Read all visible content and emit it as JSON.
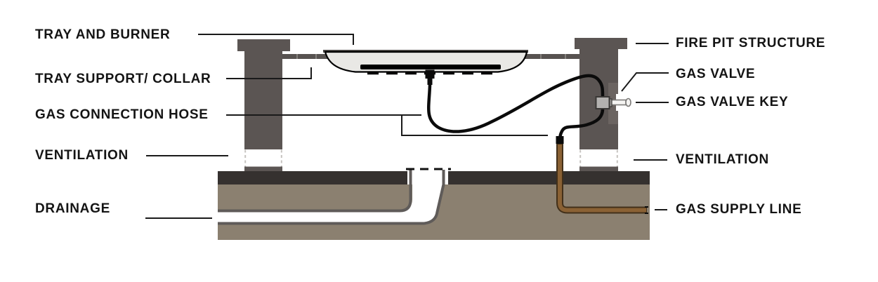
{
  "colors": {
    "background": "#ffffff",
    "label_text": "#141414",
    "leader_line": "#1a1a1a",
    "pillar": "#5b5553",
    "pillar_recess": "#6b6461",
    "collar": "#575250",
    "tray_fill": "#e9e8e5",
    "tray_outline": "#000000",
    "burner": "#000000",
    "hose": "#0b0b0b",
    "valve_body": "#b3b1af",
    "valve_outline": "#3a3836",
    "key_fill": "#f5f4f2",
    "patio_surface": "#35312f",
    "soil": "#8b8070",
    "soil_outline": "#5f5b59",
    "gas_pipe": "#8a6134",
    "gas_pipe_outline": "#42301a",
    "vent_dash": "#c6c3c0"
  },
  "labels": {
    "left": [
      {
        "id": "tray-and-burner",
        "text": "TRAY AND BURNER"
      },
      {
        "id": "tray-support-collar",
        "text": "TRAY SUPPORT/ COLLAR"
      },
      {
        "id": "gas-connection-hose",
        "text": "GAS CONNECTION HOSE"
      },
      {
        "id": "ventilation-left",
        "text": "VENTILATION"
      },
      {
        "id": "drainage",
        "text": "DRAINAGE"
      }
    ],
    "right": [
      {
        "id": "fire-pit-structure",
        "text": "FIRE PIT STRUCTURE"
      },
      {
        "id": "gas-valve",
        "text": "GAS VALVE"
      },
      {
        "id": "gas-valve-key",
        "text": "GAS VALVE KEY"
      },
      {
        "id": "ventilation-right",
        "text": "VENTILATION"
      },
      {
        "id": "gas-supply-line",
        "text": "GAS SUPPLY LINE"
      }
    ]
  }
}
